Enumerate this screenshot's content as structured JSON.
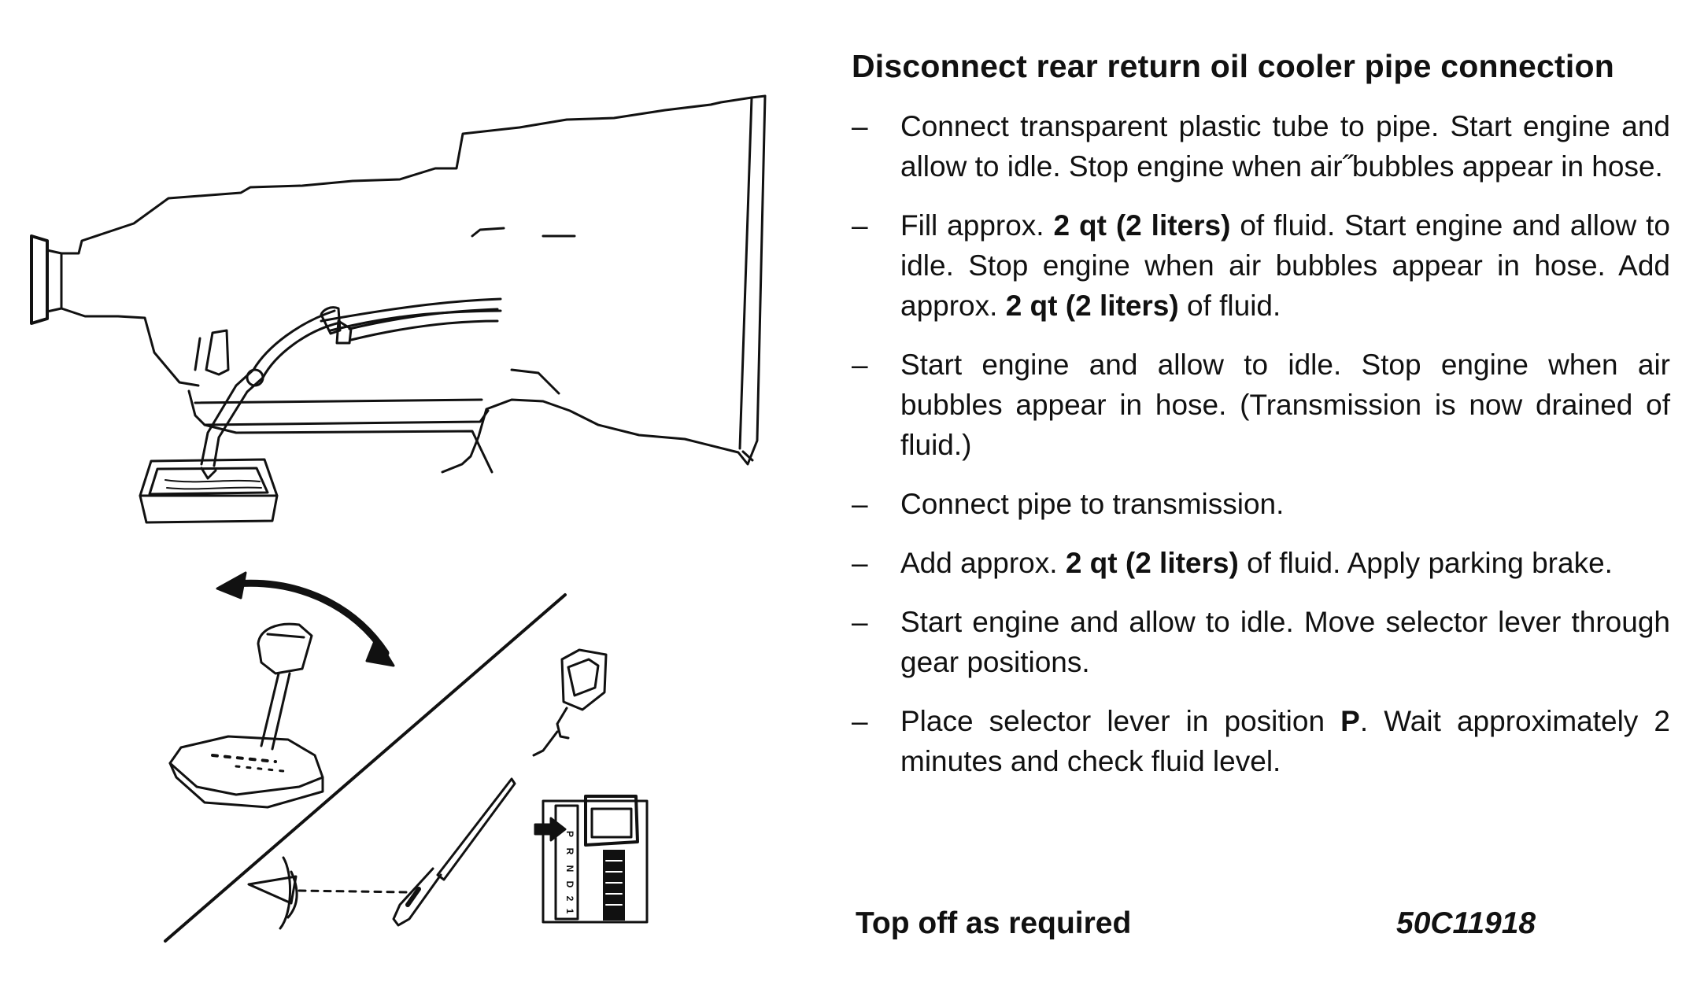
{
  "heading": "Disconnect rear return oil cooler pipe connection",
  "steps": [
    {
      "segments": [
        {
          "text": "Connect transparent plastic tube to pipe. Start engine and allow to idle. Stop engine when air˝bubbles appear in hose.",
          "bold": false
        }
      ]
    },
    {
      "segments": [
        {
          "text": "Fill approx. ",
          "bold": false
        },
        {
          "text": "2 qt (2 liters)",
          "bold": true
        },
        {
          "text": " of fluid. Start engine and allow to idle. Stop engine when air bubbles appear in hose. Add approx. ",
          "bold": false
        },
        {
          "text": "2 qt (2 liters)",
          "bold": true
        },
        {
          "text": " of fluid.",
          "bold": false
        }
      ]
    },
    {
      "segments": [
        {
          "text": "Start engine and allow to idle. Stop engine when air bubbles appear in hose. (Transmission is now drained of fluid.)",
          "bold": false
        }
      ]
    },
    {
      "segments": [
        {
          "text": "Connect pipe to transmission.",
          "bold": false
        }
      ]
    },
    {
      "segments": [
        {
          "text": "Add approx. ",
          "bold": false
        },
        {
          "text": "2 qt (2 liters)",
          "bold": true
        },
        {
          "text": " of fluid. Apply parking brake.",
          "bold": false
        }
      ]
    },
    {
      "segments": [
        {
          "text": "Start engine and allow to idle. Move selector lever through gear positions.",
          "bold": false
        }
      ]
    },
    {
      "segments": [
        {
          "text": "Place selector lever in position ",
          "bold": false
        },
        {
          "text": "P",
          "bold": true
        },
        {
          "text": ". Wait approximately 2 minutes and check fluid level.",
          "bold": false
        }
      ]
    }
  ],
  "dash_char": "–",
  "footer": {
    "note": "Top off as required",
    "figure_code": "50C11918"
  },
  "gate_letters": [
    "P",
    "R",
    "N",
    "D",
    "2",
    "1"
  ],
  "icons": {
    "transmission": "transmission-drawing",
    "drain_pan": "drain-pan-drawing",
    "gear_lever": "gear-selector-drawing",
    "scan_tool": "scan-tool-drawing",
    "dipstick": "dipstick-drawing",
    "gate": "selector-gate-drawing",
    "eye": "eye-icon",
    "arrow": "double-arrow-icon"
  }
}
